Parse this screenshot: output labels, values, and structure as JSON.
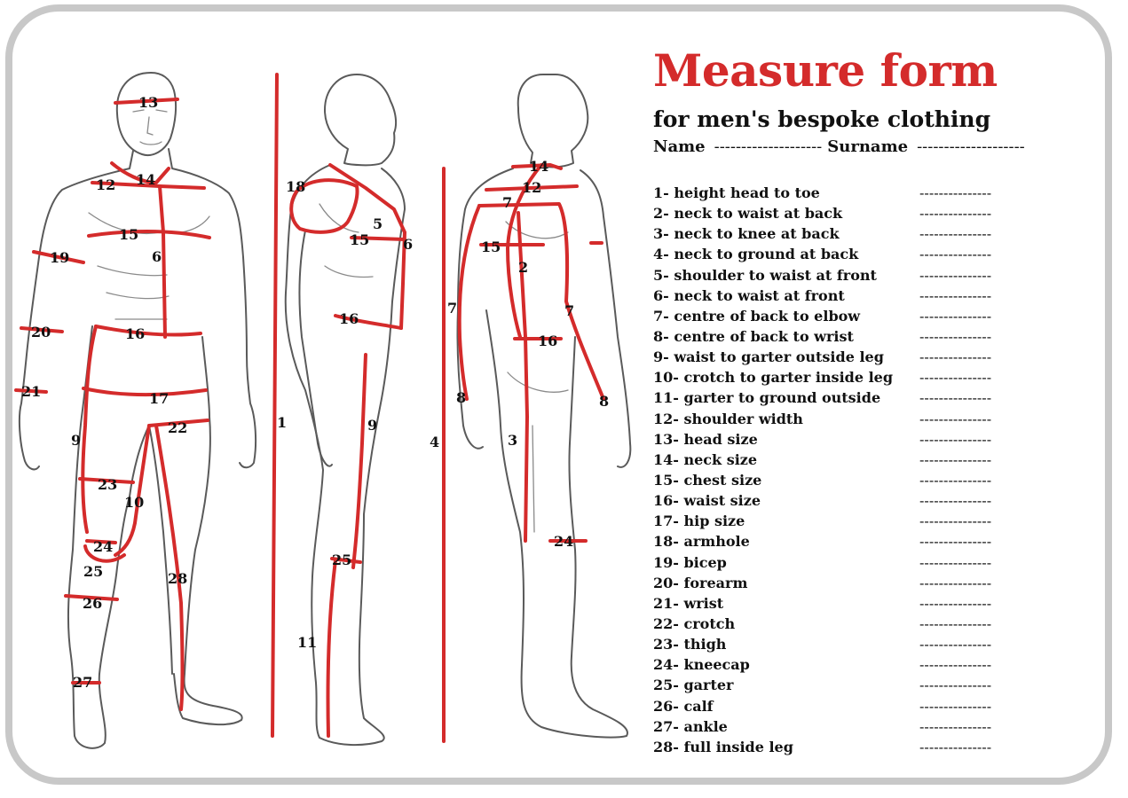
{
  "header": {
    "title": "Measure form",
    "subtitle": "for men's bespoke clothing",
    "name_label": "Name",
    "name_blank": "--------------------",
    "surname_label": "Surname",
    "surname_blank": "--------------------"
  },
  "blank_value": "---------------",
  "measurements": [
    "1- height head to toe",
    "2- neck to waist at back",
    "3- neck to knee at back",
    "4- neck to ground at back",
    "5- shoulder to waist at front",
    "6- neck to waist at front",
    "7- centre of back to elbow",
    "8- centre of back to wrist",
    "9- waist to garter outside leg",
    "10- crotch to garter inside leg",
    "11- garter to ground outside",
    "12- shoulder width",
    "13- head size",
    "14- neck size",
    "15- chest size",
    "16- waist size",
    "17- hip size",
    "18- armhole",
    "19- bicep",
    "20- forearm",
    "21- wrist",
    "22- crotch",
    "23- thigh",
    "24- kneecap",
    "25- garter",
    "26- calf",
    "27- ankle",
    "28- full inside leg"
  ],
  "figure_labels": {
    "front": [
      "13",
      "12",
      "14",
      "15",
      "6",
      "19",
      "20",
      "16",
      "21",
      "17",
      "22",
      "9",
      "23",
      "10",
      "24",
      "25",
      "28",
      "26",
      "27"
    ],
    "side": [
      "1",
      "18",
      "5",
      "15",
      "6",
      "16",
      "9",
      "25",
      "11"
    ],
    "back": [
      "4",
      "14",
      "12",
      "7",
      "15",
      "2",
      "7",
      "7",
      "16",
      "8",
      "8",
      "3",
      "24"
    ]
  },
  "colors": {
    "accent": "#d42b2b",
    "frame": "#c8c8c8",
    "text": "#111111"
  }
}
